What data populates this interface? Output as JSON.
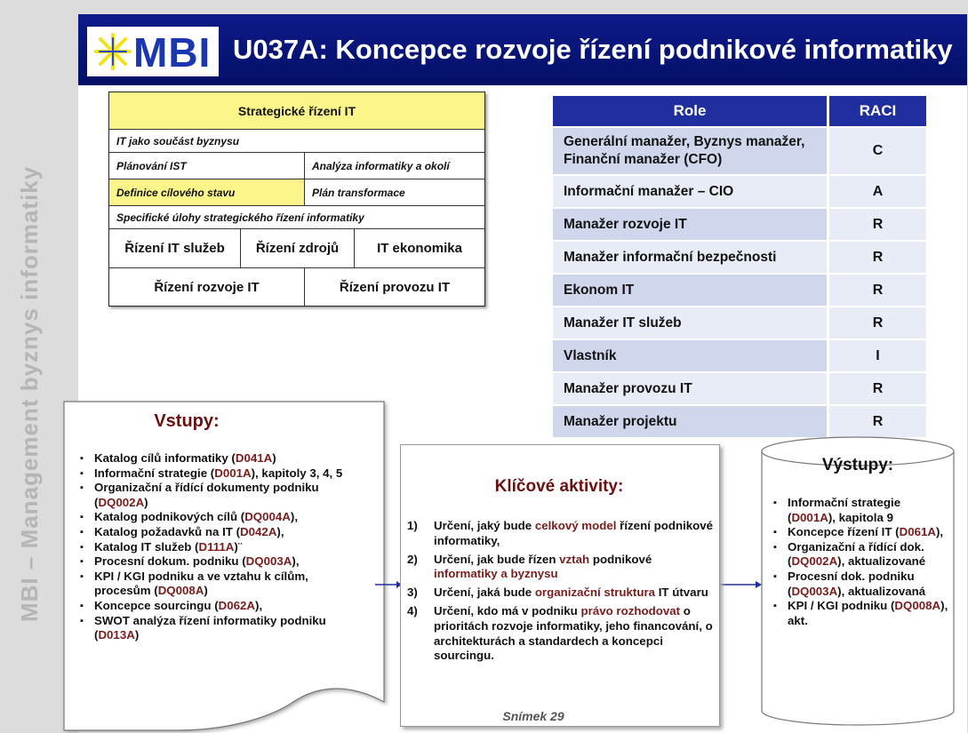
{
  "sidebar_text": "MBI – Management byznys informatiky",
  "logo": {
    "text": "MBI"
  },
  "title": "U037A: Koncepce rozvoje řízení podnikové informatiky",
  "strategy": {
    "header": "Strategické řízení IT",
    "r1": "IT jako součást byznysu",
    "r2a": "Plánování IST",
    "r2b": "Analýza informatiky a okolí",
    "r3a": "Definice cílového stavu",
    "r3b": "Plán transformace",
    "r4": "Specifické úlohy strategického řízení informatiky",
    "r5a": "Řízení IT služeb",
    "r5b": "Řízení zdrojů",
    "r5c": "IT ekonomika",
    "r6a": "Řízení rozvoje IT",
    "r6b": "Řízení provozu IT"
  },
  "raci": {
    "header_role": "Role",
    "header_raci": "RACI",
    "rows": [
      {
        "role": "Generální manažer, Byznys manažer, Finanční manažer (CFO)",
        "value": "C"
      },
      {
        "role": "Informační manažer – CIO",
        "value": "A"
      },
      {
        "role": "Manažer rozvoje IT",
        "value": "R"
      },
      {
        "role": "Manažer informační bezpečnosti",
        "value": "R"
      },
      {
        "role": "Ekonom IT",
        "value": "R"
      },
      {
        "role": "Manažer IT služeb",
        "value": "R"
      },
      {
        "role": "Vlastník",
        "value": "I"
      },
      {
        "role": "Manažer provozu IT",
        "value": "R"
      },
      {
        "role": "Manažer projektu",
        "value": "R"
      }
    ]
  },
  "inputs": {
    "title": "Vstupy:",
    "i1a": "Katalog cílů informatiky (",
    "i1c": "D041A",
    "i1b": ")",
    "i2a": "Informační strategie (",
    "i2c": "D001A",
    "i2b": "), kapitoly 3, 4, 5",
    "i3a": "Organizační a řídící dokumenty podniku (",
    "i3c": "DQ002A",
    "i3b": ")",
    "i4a": "Katalog podnikových cílů (",
    "i4c": "DQ004A",
    "i4b": "),",
    "i5a": "Katalog požadavků na IT (",
    "i5c": "D042A",
    "i5b": "),",
    "i6a": "Katalog IT služeb (",
    "i6c": "D111A",
    "i6b": ")¨",
    "i7a": "Procesní dokum. podniku (",
    "i7c": "DQ003A",
    "i7b": "),",
    "i8a": "KPI / KGI podniku a ve vztahu k cílům, procesům (",
    "i8c": "DQ008A",
    "i8b": ")",
    "i9a": "Koncepce sourcingu (",
    "i9c": "D062A",
    "i9b": "),",
    "i10a": "SWOT analýza řízení informatiky podniku (",
    "i10c": "D013A",
    "i10b": ")"
  },
  "activities": {
    "title": "Klíčové aktivity:",
    "n1": "1)",
    "a1a": "Určení, jaký bude ",
    "a1h": "celkový model",
    "a1b": " řízení podnikové informatiky,",
    "n2": "2)",
    "a2a": "Určení, jak bude řízen ",
    "a2h": "vztah",
    "a2b": " podnikové ",
    "a2h2": "informatiky a byznysu",
    "n3": "3)",
    "a3a": "Určení, jaká bude ",
    "a3h": "organizační struktura",
    "a3b": " IT útvaru",
    "n4": "4)",
    "a4a": "Určení, kdo má v podniku ",
    "a4h": "právo rozhodovat",
    "a4b": " o prioritách rozvoje informatiky,  jeho financování, o architekturách a standardech a koncepci sourcingu."
  },
  "outputs": {
    "title": "Výstupy:",
    "o1a": "Informační strategie (",
    "o1c": "D001A",
    "o1b": "), kapitola 9",
    "o2a": "Koncepce řízení IT (",
    "o2c": "D061A",
    "o2b": "),",
    "o3a": "Organizační a řídící dok. (",
    "o3c": "DQ002A",
    "o3b": "), aktualizované",
    "o4a": "Procesní dok. podniku (",
    "o4c": "DQ003A",
    "o4b": "), aktualizovaná",
    "o5a": "KPI / KGI podniku (",
    "o5c": "DQ008A",
    "o5b": "), akt."
  },
  "footer": "Snímek  29"
}
